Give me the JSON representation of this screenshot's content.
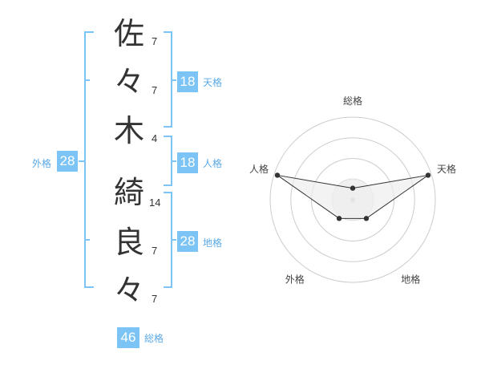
{
  "name": {
    "chars": [
      {
        "char": "佐",
        "strokes": "7"
      },
      {
        "char": "々",
        "strokes": "7"
      },
      {
        "char": "木",
        "strokes": "4"
      },
      {
        "char": "綺",
        "strokes": "14"
      },
      {
        "char": "良",
        "strokes": "7"
      },
      {
        "char": "々",
        "strokes": "7"
      }
    ]
  },
  "kaku": {
    "tenkaku": {
      "label": "天格",
      "value": "18"
    },
    "jinkaku": {
      "label": "人格",
      "value": "18"
    },
    "chikaku": {
      "label": "地格",
      "value": "28"
    },
    "gaikaku": {
      "label": "外格",
      "value": "28"
    },
    "soukaku": {
      "label": "総格",
      "value": "46"
    }
  },
  "colors": {
    "accent": "#7cc4f5",
    "bracket": "#7cc4f5",
    "label": "#5aa9e6",
    "text": "#333333",
    "grid": "#cccccc",
    "fill": "#eeeeee"
  },
  "chart_data": {
    "type": "radar",
    "axes": [
      "総格",
      "天格",
      "地格",
      "外格",
      "人格"
    ],
    "rings": 4,
    "values": [
      0.14,
      0.96,
      0.28,
      0.28,
      0.96
    ]
  }
}
